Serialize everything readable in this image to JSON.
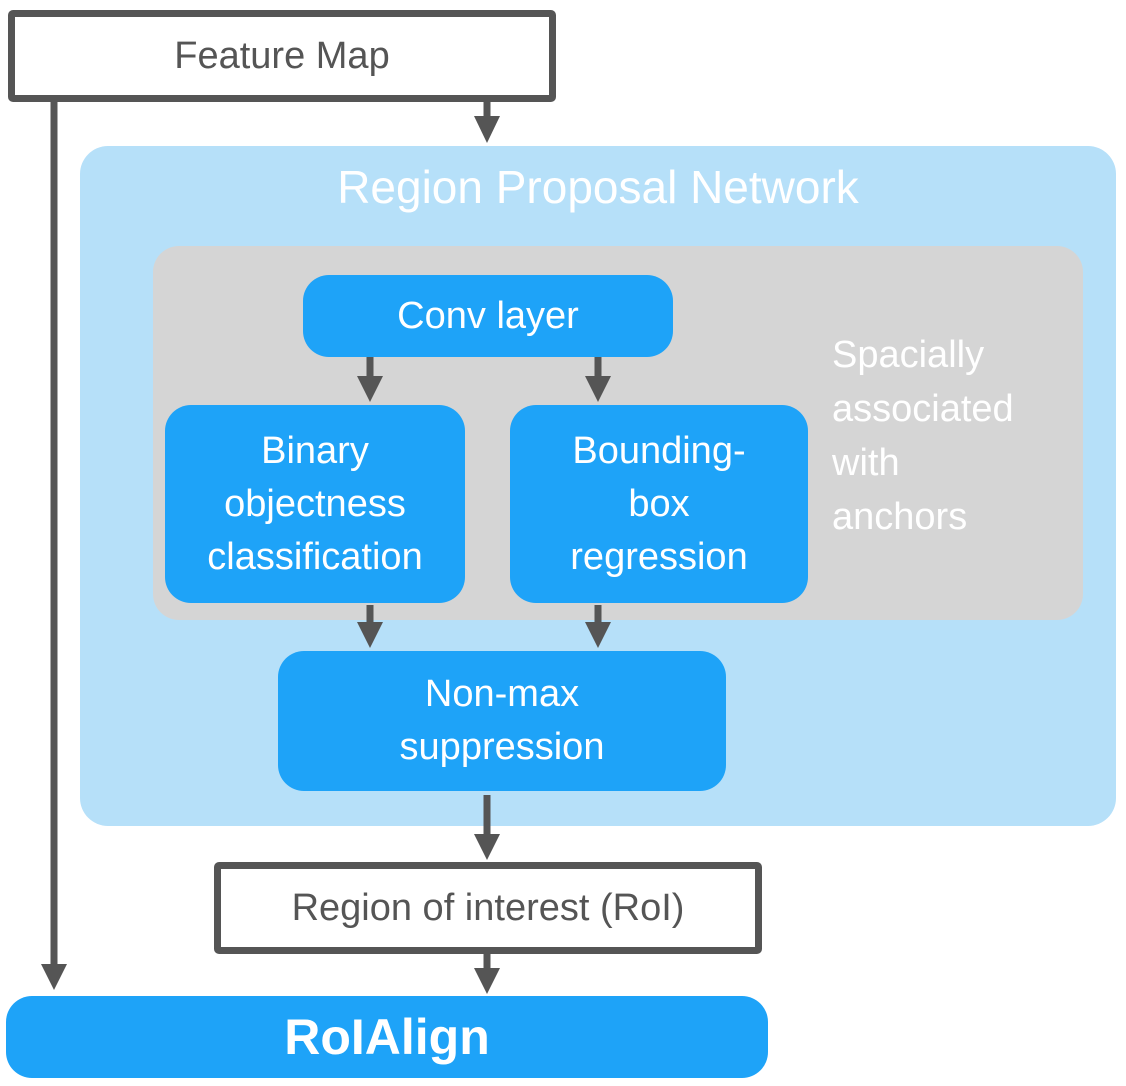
{
  "diagram": {
    "input": {
      "label": "Feature Map"
    },
    "rpn": {
      "title": "Region Proposal Network",
      "conv": "Conv layer",
      "classification": "Binary\nobjectness\nclassification",
      "regression": "Bounding-\nbox\nregression",
      "note": "Spacially\nassociated\nwith\nanchors",
      "nms": "Non-max\nsuppression"
    },
    "roi": {
      "label": "Region of interest (RoI)"
    },
    "output": {
      "label": "RoIAlign"
    },
    "colors": {
      "node_blue": "#1ea3f8",
      "rpn_light_blue": "#b6e0f9",
      "inner_gray": "#d5d5d5",
      "arrow_gray": "#555555"
    }
  }
}
